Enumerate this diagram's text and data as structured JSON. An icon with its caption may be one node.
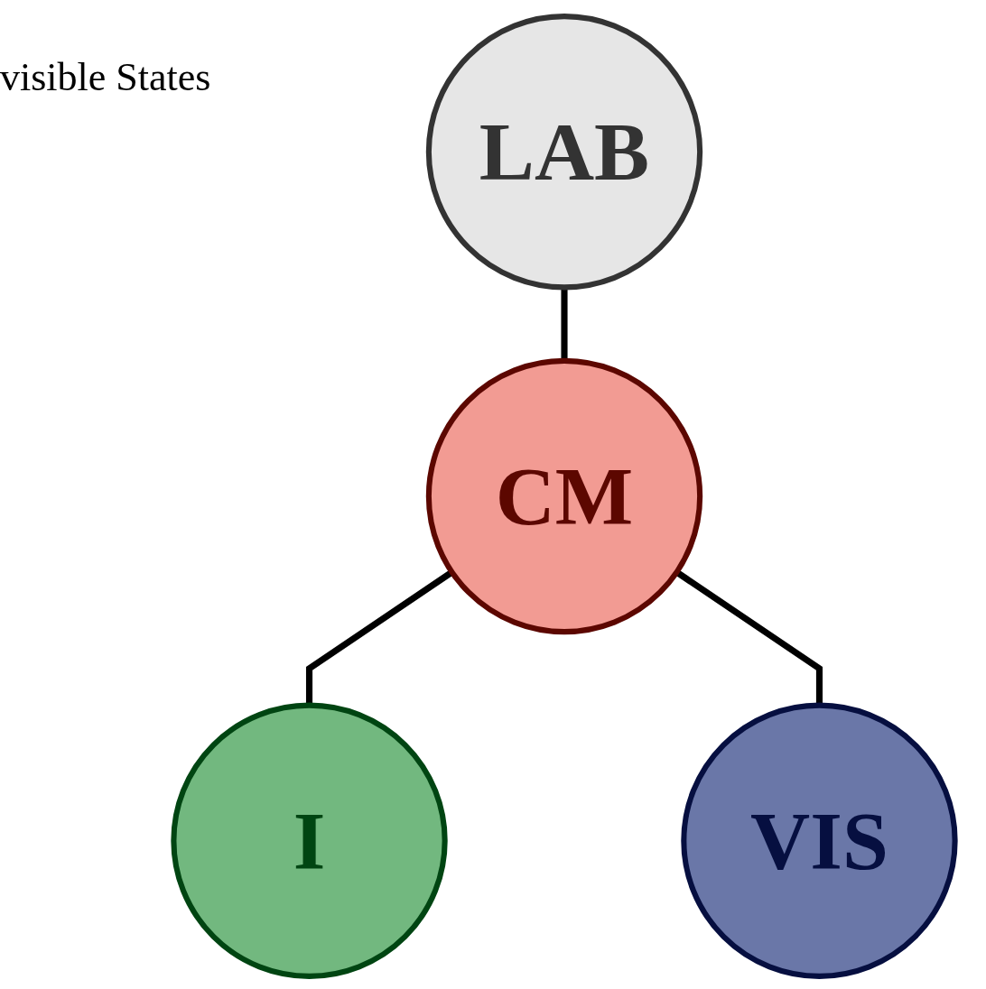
{
  "diagram": {
    "nodes": [
      {
        "text": [
          "LAB"
        ]
      },
      {
        "text": [
          "CM"
        ]
      },
      {
        "text": [
          "I"
        ]
      },
      {
        "text": [
          "VIS"
        ]
      }
    ],
    "edges": [
      {
        "from": 0,
        "to": 1,
        "arrow": "none"
      },
      {
        "from": 1,
        "to": 2,
        "arrow": "none"
      },
      {
        "from": 1,
        "to": 3,
        "arrow": "none"
      }
    ],
    "labels": [
      "visible States"
    ]
  }
}
